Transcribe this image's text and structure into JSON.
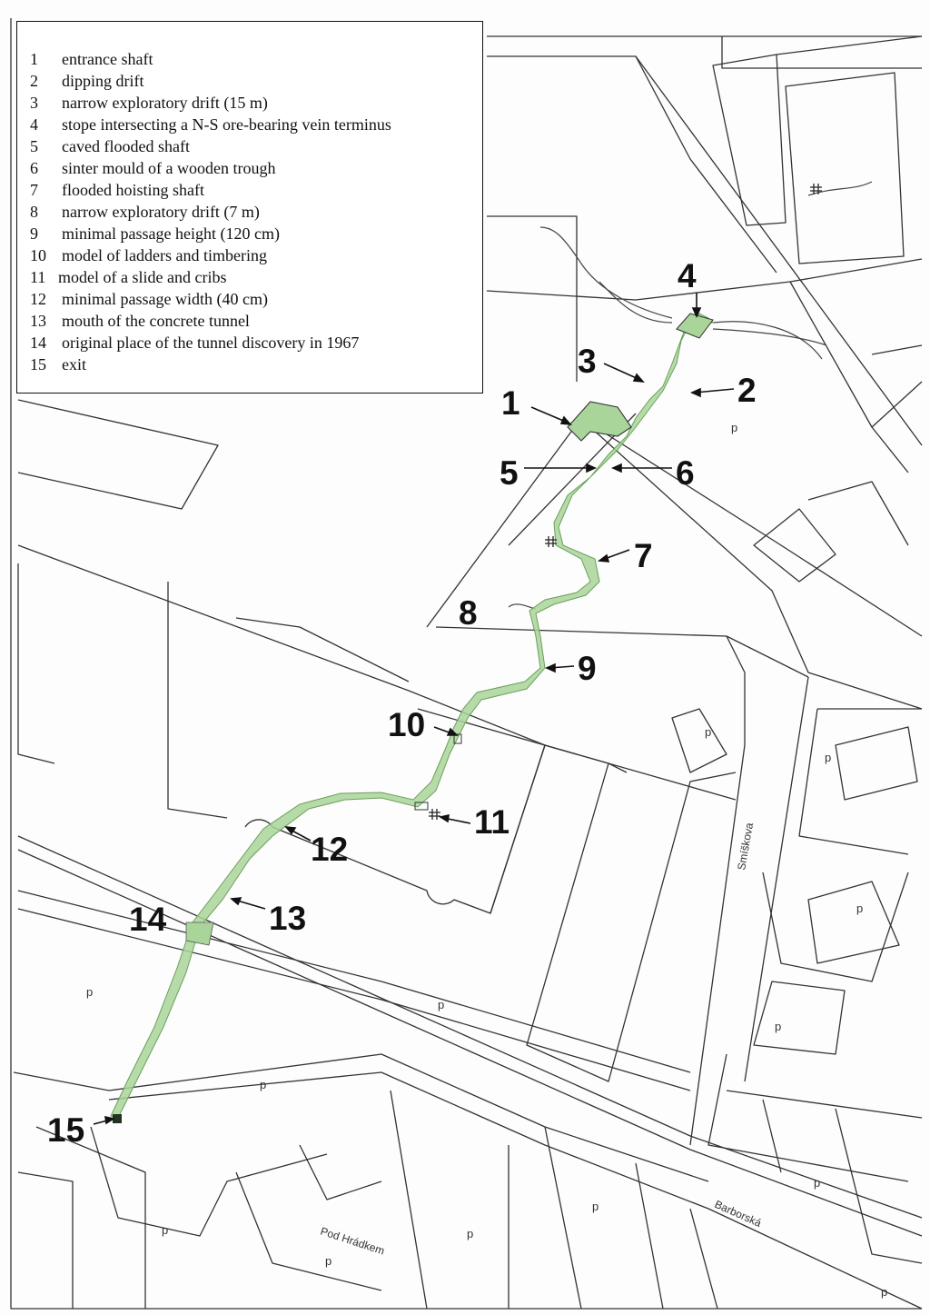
{
  "legend": {
    "items": [
      {
        "num": "1",
        "text": "entrance shaft"
      },
      {
        "num": "2",
        "text": "dipping drift"
      },
      {
        "num": "3",
        "text": "narrow exploratory drift (15 m)"
      },
      {
        "num": "4",
        "text": "stope intersecting a N-S ore-bearing vein  terminus"
      },
      {
        "num": "5",
        "text": "caved flooded shaft"
      },
      {
        "num": "6",
        "text": "sinter mould of a wooden trough"
      },
      {
        "num": "7",
        "text": "flooded hoisting shaft"
      },
      {
        "num": "8",
        "text": "narrow exploratory drift (7 m)"
      },
      {
        "num": "9",
        "text": "minimal passage height (120 cm)"
      },
      {
        "num": "10",
        "text": "model of ladders and timbering"
      },
      {
        "num": "11",
        "text": "model of a slide and cribs"
      },
      {
        "num": "12",
        "text": "minimal passage width (40 cm)"
      },
      {
        "num": "13",
        "text": "mouth of the concrete tunnel"
      },
      {
        "num": "14",
        "text": "original place of the tunnel discovery in 1967"
      },
      {
        "num": "15",
        "text": "exit"
      }
    ]
  },
  "map": {
    "tunnel_color": "#a9d59a",
    "tunnel_stroke": "#6aa05a",
    "line_color": "#333333",
    "callouts": [
      "1",
      "2",
      "3",
      "4",
      "5",
      "6",
      "7",
      "8",
      "9",
      "10",
      "11",
      "12",
      "13",
      "14",
      "15"
    ],
    "streets": {
      "smitkova": "Smíškova",
      "barborska": "Barborská",
      "pod_hradkem": "Pod Hrádkem"
    },
    "parcel_mark": "p"
  }
}
